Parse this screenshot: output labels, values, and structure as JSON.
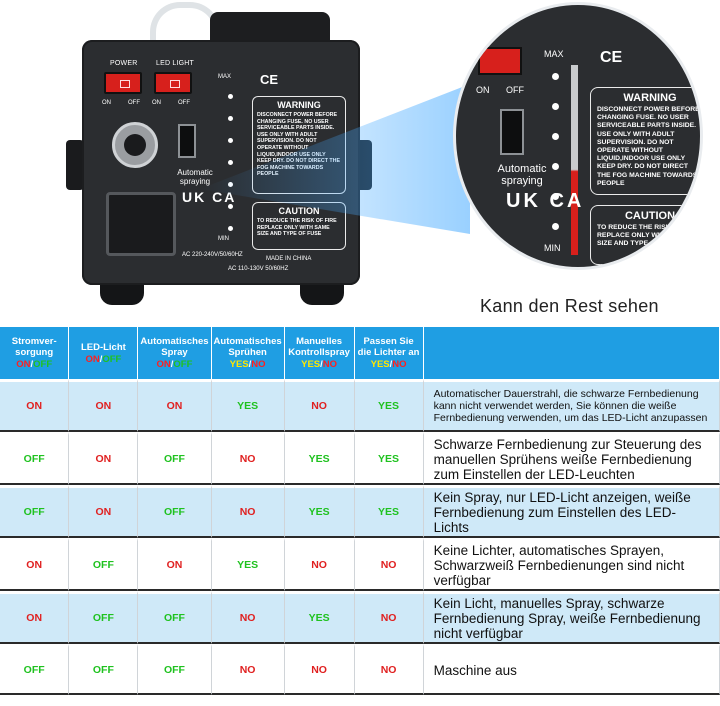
{
  "product": {
    "switch_labels": [
      "POWER",
      "LED LIGHT"
    ],
    "on_label": "ON",
    "off_label": "OFF",
    "max_label": "MAX",
    "min_label": "MIN",
    "auto_spray_label": "Automatic spraying",
    "ukca_label": "UK CA",
    "ce_label": "CE",
    "warning_title": "WARNING",
    "warning_text": "DISCONNECT POWER BEFORE CHANGING FUSE. NO USER SERVICEABLE PARTS INSIDE. USE ONLY WITH ADULT SUPERVISION. DO NOT OPERATE WITHOUT LIQUID,INDOOR USE ONLY KEEP DRY. DO NOT DIRECT THE FOG MACHINE TOWARDS PEOPLE",
    "caution_title": "CAUTION",
    "caution_text": "TO REDUCE THE RISK OF FIRE REPLACE ONLY WITH SAME SIZE AND TYPE OF FUSE",
    "made_in": "MADE IN CHINA",
    "voltage_1": "AC 220-240V/50/60HZ",
    "voltage_2": "AC 110-130V 50/60HZ"
  },
  "caption": "Kann den Rest sehen",
  "colors": {
    "header_bg": "#1f9ee3",
    "row_blue": "#cfe9f8",
    "on_red": "#e02020",
    "off_green": "#1fc21f",
    "yes_yellow": "#ffe800"
  },
  "table": {
    "headers": [
      {
        "label": "Stromver-sorgung",
        "a": "ON",
        "b": "OFF",
        "a_color": "red",
        "b_color": "green"
      },
      {
        "label": "LED-Licht",
        "a": "ON",
        "b": "OFF",
        "a_color": "red",
        "b_color": "green"
      },
      {
        "label": "Automatisches Spray",
        "a": "ON",
        "b": "OFF",
        "a_color": "red",
        "b_color": "green"
      },
      {
        "label": "Automatisches Sprühen",
        "a": "YES",
        "b": "NO",
        "a_color": "yel",
        "b_color": "red"
      },
      {
        "label": "Manuelles Kontrollspray",
        "a": "YES",
        "b": "NO",
        "a_color": "yel",
        "b_color": "red"
      },
      {
        "label": "Passen Sie die Lichter an",
        "a": "YES",
        "b": "NO",
        "a_color": "yel",
        "b_color": "red"
      }
    ],
    "rows": [
      {
        "cells": [
          "ON",
          "ON",
          "ON",
          "YES",
          "NO",
          "YES"
        ],
        "desc": "Automatischer Dauerstrahl, die schwarze Fernbedienung kann nicht verwendet werden, Sie können die weiße Fernbedienung verwenden, um das LED-Licht anzupassen"
      },
      {
        "cells": [
          "OFF",
          "ON",
          "OFF",
          "NO",
          "YES",
          "YES"
        ],
        "desc": "Schwarze Fernbedienung zur Steuerung des manuellen Sprühens weiße Fernbedienung zum Einstellen der LED-Leuchten"
      },
      {
        "cells": [
          "OFF",
          "ON",
          "OFF",
          "NO",
          "YES",
          "YES"
        ],
        "desc": "Kein Spray, nur LED-Licht anzeigen, weiße Fernbedienung zum Einstellen des LED-Lichts"
      },
      {
        "cells": [
          "ON",
          "OFF",
          "ON",
          "YES",
          "NO",
          "NO"
        ],
        "desc": "Keine Lichter, automatisches Sprayen, Schwarzweiß Fernbedienungen sind nicht verfügbar"
      },
      {
        "cells": [
          "ON",
          "OFF",
          "OFF",
          "NO",
          "YES",
          "NO"
        ],
        "desc": "Kein Licht, manuelles Spray, schwarze Fernbedienung Spray, weiße Fernbedienung nicht verfügbar"
      },
      {
        "cells": [
          "OFF",
          "OFF",
          "OFF",
          "NO",
          "NO",
          "NO"
        ],
        "desc": "Maschine aus"
      }
    ]
  }
}
